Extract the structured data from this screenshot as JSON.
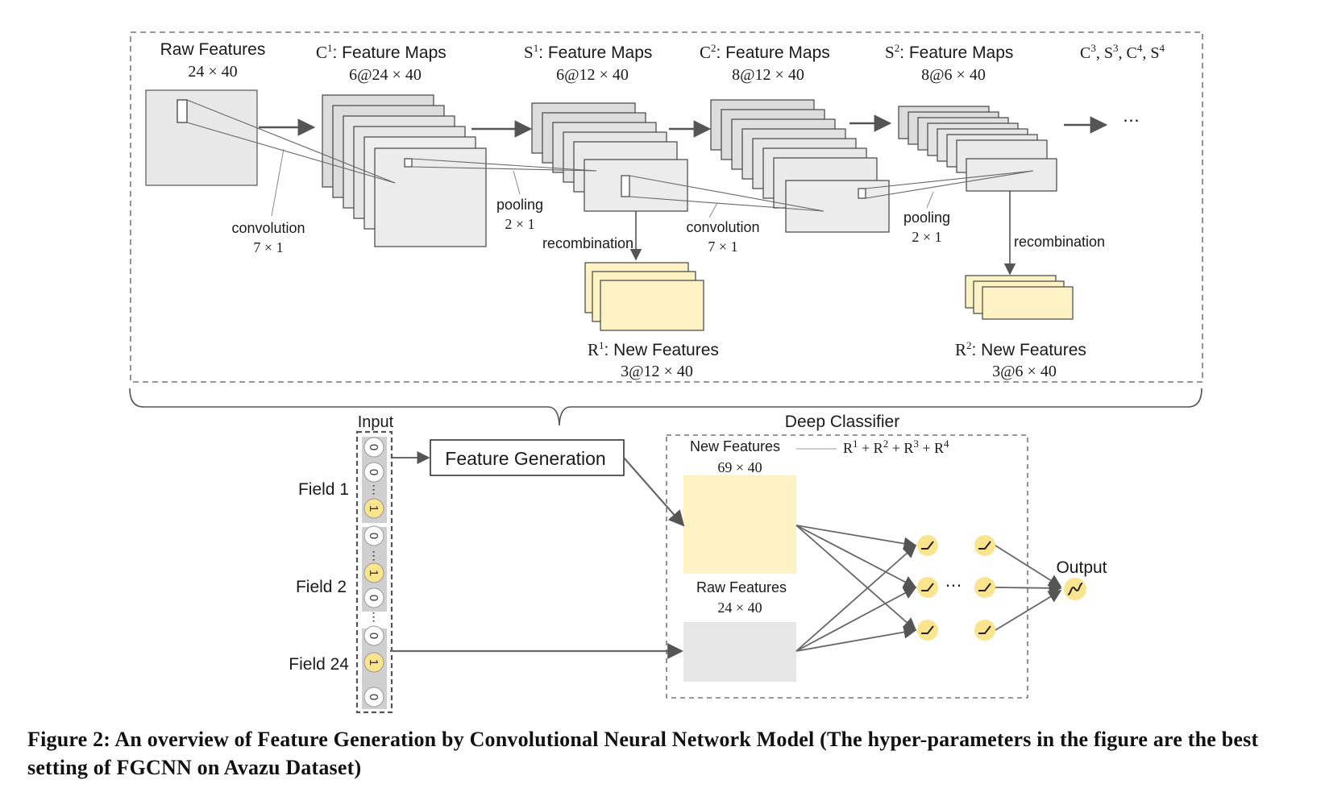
{
  "feature_generation": {
    "raw": {
      "title": "Raw Features",
      "dim": "24 × 40"
    },
    "c1": {
      "sym": "C",
      "sup": "1",
      "title": ": Feature Maps",
      "dim": "6@24 × 40"
    },
    "s1": {
      "sym": "S",
      "sup": "1",
      "title": ": Feature Maps",
      "dim": "6@12 × 40"
    },
    "c2": {
      "sym": "C",
      "sup": "2",
      "title": ": Feature Maps",
      "dim": "8@12 × 40"
    },
    "s2": {
      "sym": "S",
      "sup": "2",
      "title": ": Feature Maps",
      "dim": "8@6 × 40"
    },
    "more_layers": [
      "C",
      "3",
      ", S",
      "3",
      ", C",
      "4",
      ", S",
      "4"
    ],
    "ellipsis": "⋯",
    "conv1": {
      "label": "convolution",
      "size": "7 × 1"
    },
    "pool1": {
      "label": "pooling",
      "size": "2 × 1"
    },
    "conv2": {
      "label": "convolution",
      "size": "7 × 1"
    },
    "pool2": {
      "label": "pooling",
      "size": "2 × 1"
    },
    "recomb1": "recombination",
    "recomb2": "recombination",
    "r1": {
      "sym": "R",
      "sup": "1",
      "title": ": New Features",
      "dim": "3@12 × 40"
    },
    "r2": {
      "sym": "R",
      "sup": "2",
      "title": ": New Features",
      "dim": "3@6 × 40"
    }
  },
  "input": {
    "title": "Input",
    "fields": [
      "Field 1",
      "Field 2",
      "Field 24"
    ],
    "bits": [
      "0",
      "0",
      "1",
      "0",
      "1",
      "0",
      "0",
      "1",
      "0"
    ],
    "dots": "⋯"
  },
  "feature_generation_box": "Feature Generation",
  "classifier": {
    "title": "Deep Classifier",
    "new_features": {
      "title": "New Features",
      "dim": "69 × 40"
    },
    "sum": [
      "R",
      "1",
      " + R",
      "2",
      " + R",
      "3",
      " + R",
      "4"
    ],
    "raw_features": {
      "title": "Raw Features",
      "dim": "24 × 40"
    },
    "hidden_ellipsis": "⋯",
    "output": "Output"
  },
  "colors": {
    "highlight": "#fdf2c4",
    "neuron": "#fbe48e",
    "map": "#e6e6e6",
    "gray_line": "#6b6b6b"
  },
  "icons": [
    "relu-activation-icon",
    "sigmoid-activation-icon"
  ],
  "caption": "Figure 2: An overview of Feature Generation by Convolutional Neural Network Model (The hyper-parameters in the figure are the best setting of FGCNN on Avazu Dataset)"
}
